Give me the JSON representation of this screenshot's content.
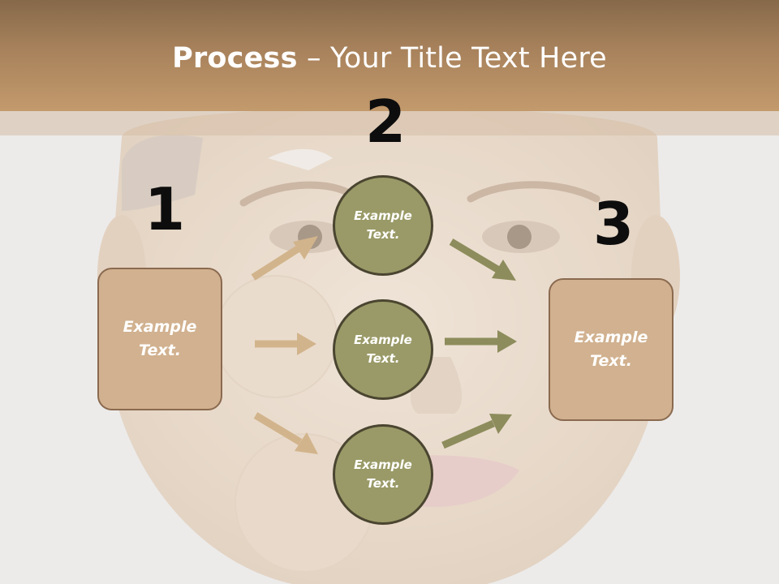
{
  "slide": {
    "title_bold": "Process",
    "title_rest": " – Your Title Text Here"
  },
  "steps": {
    "one": "1",
    "two": "2",
    "three": "3"
  },
  "left_box": {
    "line1": "Example",
    "line2": "Text."
  },
  "right_box": {
    "line1": "Example",
    "line2": "Text."
  },
  "circles": [
    {
      "line1": "Example",
      "line2": "Text."
    },
    {
      "line1": "Example",
      "line2": "Text."
    },
    {
      "line1": "Example",
      "line2": "Text."
    }
  ],
  "colors": {
    "title_bar": "#a8825c",
    "box_fill": "#d1b18f",
    "circle_fill": "#9a9a68",
    "tan_arrow": "#d2b48c",
    "olive_arrow": "#8d8c5c"
  }
}
